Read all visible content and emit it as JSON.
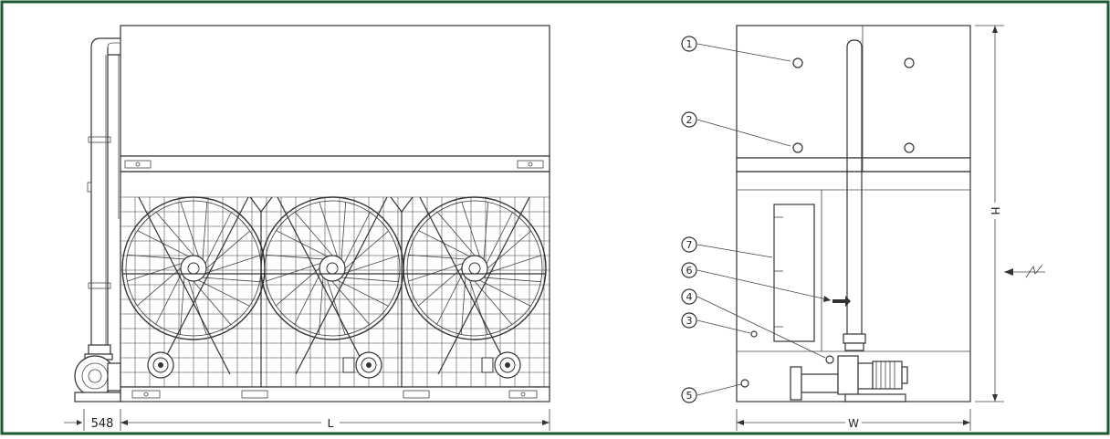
{
  "dimensions": {
    "pump_offset": "548",
    "length": "L",
    "width": "W",
    "height": "H"
  },
  "callouts": [
    "1",
    "2",
    "3",
    "4",
    "5",
    "6",
    "7"
  ],
  "colors": {
    "frame": "#1c5a34",
    "line": "#333333"
  }
}
